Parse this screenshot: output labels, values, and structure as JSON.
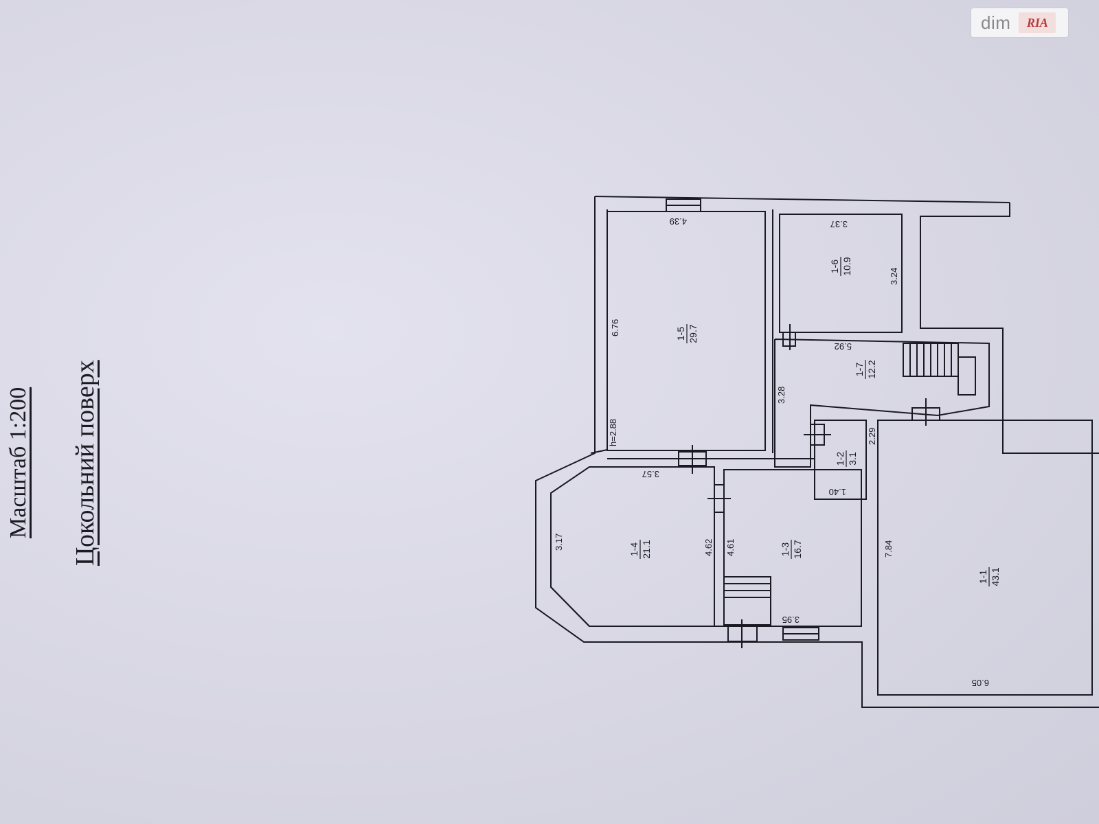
{
  "watermark": {
    "brand_left": "dim",
    "brand_right": "RIA"
  },
  "header": {
    "scale": "Масштаб 1:200",
    "floor": "Цокольний поверх"
  },
  "rooms": [
    {
      "id": "1-1",
      "area": "43.1",
      "dims": [
        "7.84",
        "6.05"
      ]
    },
    {
      "id": "1-2",
      "area": "3.1",
      "dims": [
        "2.29",
        "1.40"
      ]
    },
    {
      "id": "1-3",
      "area": "16.7",
      "dims": [
        "4.61",
        "3.95"
      ]
    },
    {
      "id": "1-4",
      "area": "21.1",
      "dims": [
        "3.17",
        "3.57",
        "4.62"
      ]
    },
    {
      "id": "1-5",
      "area": "29.7",
      "dims": [
        "6.76",
        "4.39",
        "h=2.88"
      ]
    },
    {
      "id": "1-6",
      "area": "10.9",
      "dims": [
        "3.37",
        "3.24"
      ]
    },
    {
      "id": "1-7",
      "area": "12.2",
      "dims": [
        "5.92",
        "3.28"
      ]
    }
  ]
}
